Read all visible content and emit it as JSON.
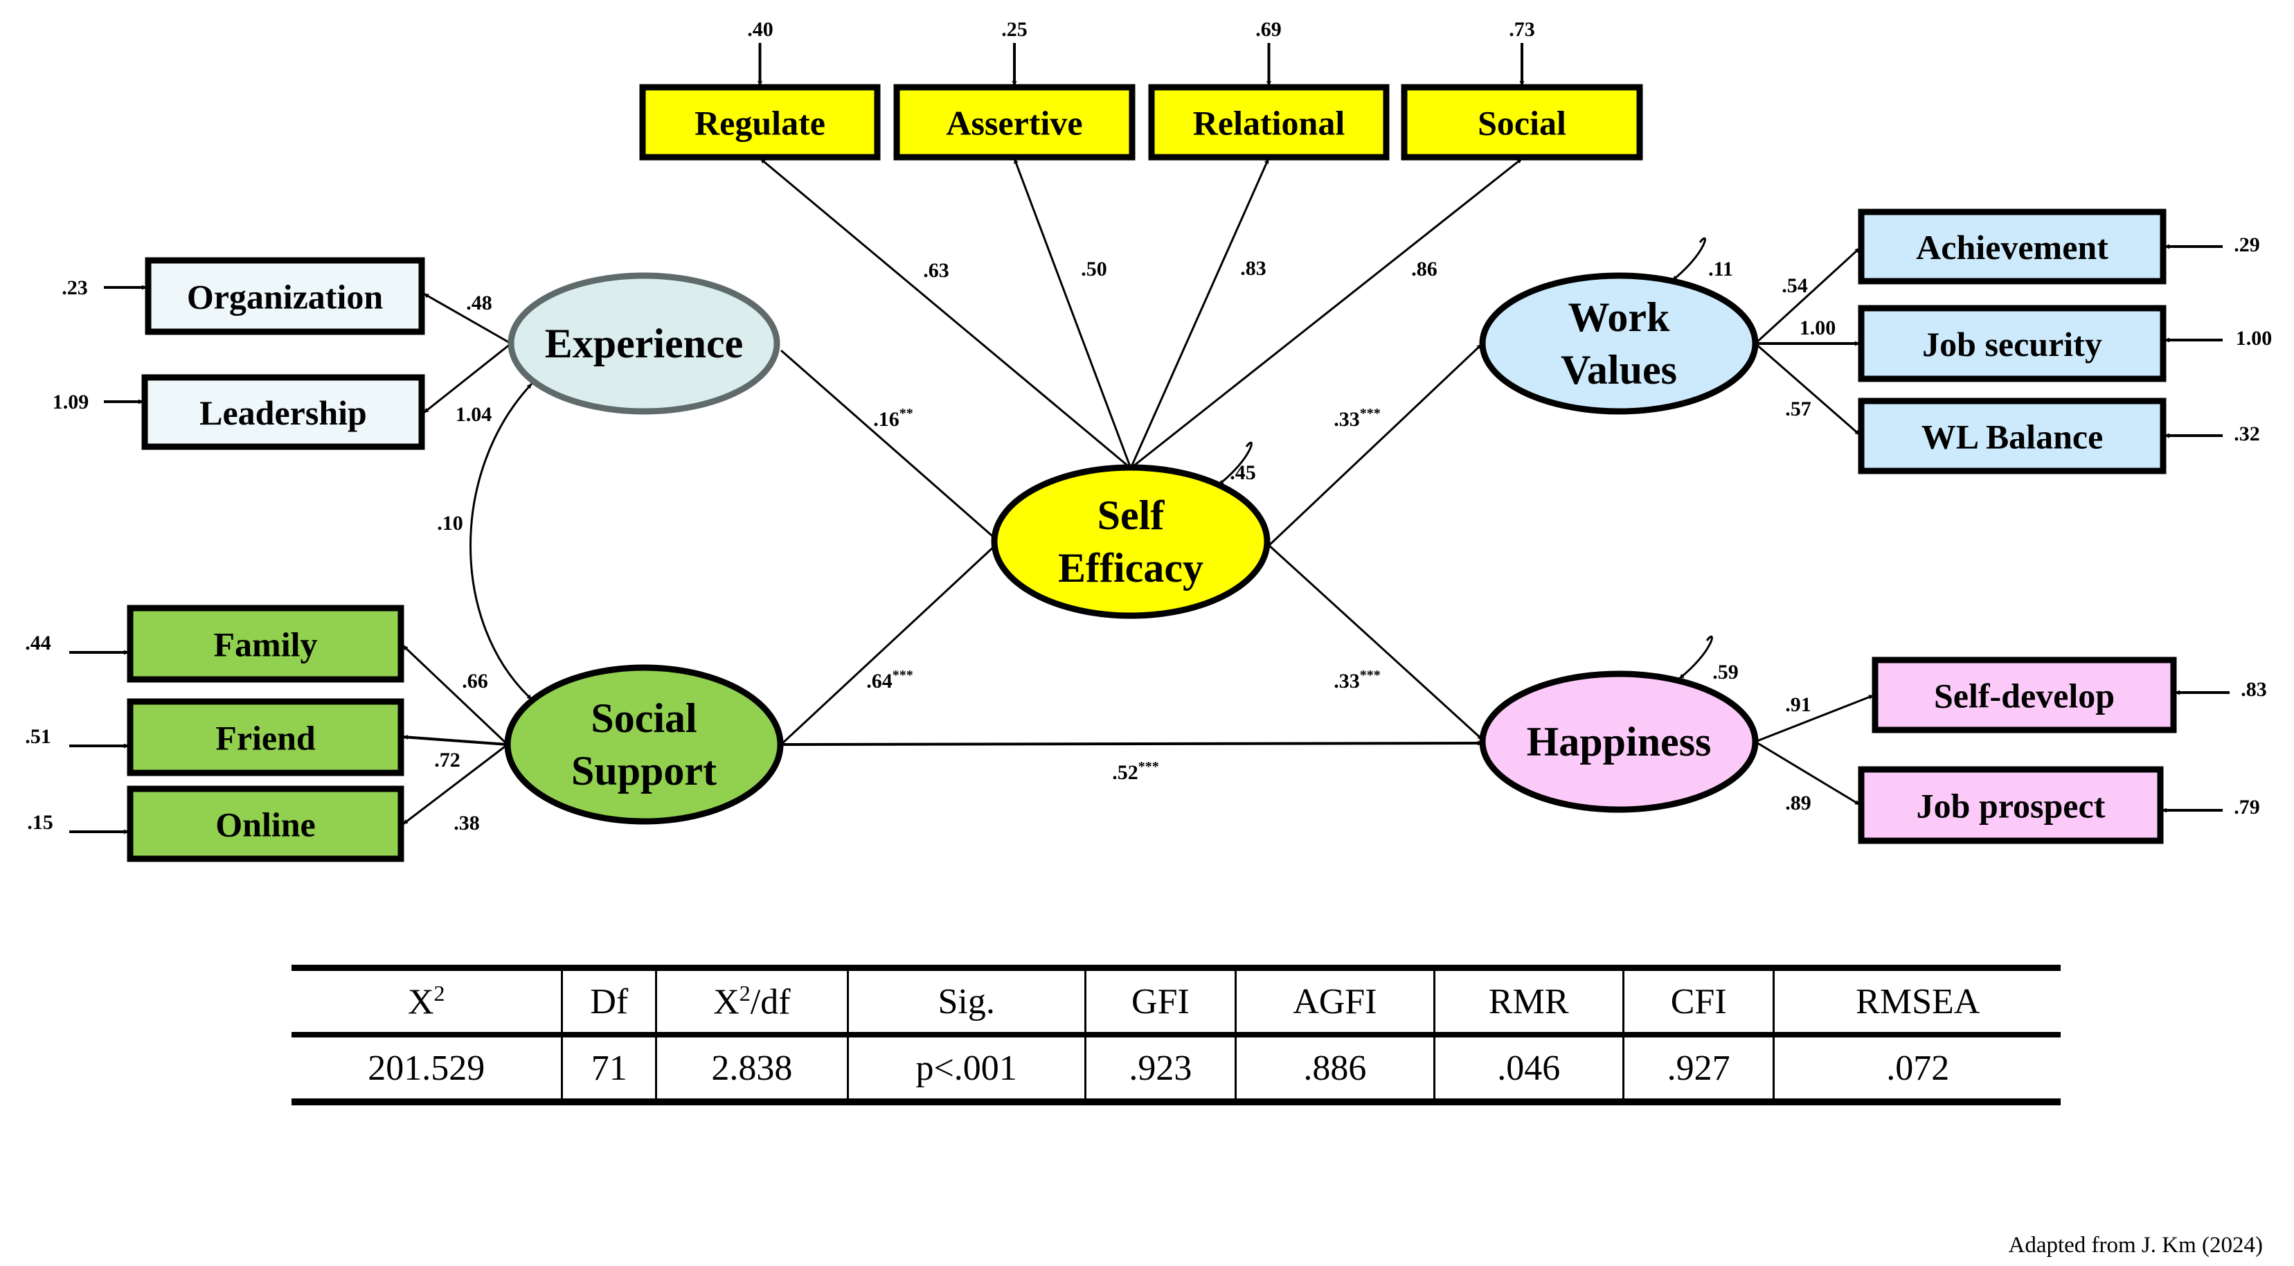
{
  "colors": {
    "self_efficacy": "#ffff00",
    "experience": "#dcedee",
    "experience_stroke": "#5f6a6a",
    "experience_indicators": "#eef7f9",
    "social_support": "#92d050",
    "work_values": "#cdeafc",
    "happiness": "#fccaf9"
  },
  "latents": {
    "experience": {
      "label": [
        "Experience"
      ]
    },
    "social_support": {
      "label": [
        "Social",
        "Support"
      ]
    },
    "self_efficacy": {
      "label": [
        "Self",
        "Efficacy"
      ],
      "residual": ".45"
    },
    "work_values": {
      "label": [
        "Work",
        "Values"
      ],
      "residual": ".11"
    },
    "happiness": {
      "label": [
        "Happiness"
      ],
      "residual": ".59"
    }
  },
  "indicators": {
    "regulate": {
      "label": "Regulate",
      "error": ".40",
      "loading": ".63"
    },
    "assertive": {
      "label": "Assertive",
      "error": ".25",
      "loading": ".50"
    },
    "relational": {
      "label": "Relational",
      "error": ".69",
      "loading": ".83"
    },
    "social": {
      "label": "Social",
      "error": ".73",
      "loading": ".86"
    },
    "organization": {
      "label": "Organization",
      "error": ".23",
      "loading": ".48"
    },
    "leadership": {
      "label": "Leadership",
      "error": "1.09",
      "loading": "1.04"
    },
    "family": {
      "label": "Family",
      "error": ".44",
      "loading": ".66"
    },
    "friend": {
      "label": "Friend",
      "error": ".51",
      "loading": ".72"
    },
    "online": {
      "label": "Online",
      "error": ".15",
      "loading": ".38"
    },
    "achievement": {
      "label": "Achievement",
      "error": ".29",
      "loading": ".54"
    },
    "job_security": {
      "label": "Job security",
      "error": "1.00",
      "loading": "1.00"
    },
    "wl_balance": {
      "label": "WL Balance",
      "error": ".32",
      "loading": ".57"
    },
    "self_develop": {
      "label": "Self-develop",
      "error": ".83",
      "loading": ".91"
    },
    "job_prospect": {
      "label": "Job prospect",
      "error": ".79",
      "loading": ".89"
    }
  },
  "paths": {
    "experience_to_self_efficacy": {
      "value": ".16",
      "sig": "**"
    },
    "social_support_to_self_efficacy": {
      "value": ".64",
      "sig": "***"
    },
    "self_efficacy_to_work_values": {
      "value": ".33",
      "sig": "***"
    },
    "self_efficacy_to_happiness": {
      "value": ".33",
      "sig": "***"
    },
    "social_support_to_happiness": {
      "value": ".52",
      "sig": "***"
    },
    "experience_social_support_covariance": {
      "value": ".10",
      "sig": ""
    }
  },
  "fit_table": {
    "headers": [
      {
        "base": "X",
        "sup": "2",
        "tail": ""
      },
      {
        "base": "Df",
        "sup": "",
        "tail": ""
      },
      {
        "base": "X",
        "sup": "2",
        "tail": "/df"
      },
      {
        "base": "Sig.",
        "sup": "",
        "tail": ""
      },
      {
        "base": "GFI",
        "sup": "",
        "tail": ""
      },
      {
        "base": "AGFI",
        "sup": "",
        "tail": ""
      },
      {
        "base": "RMR",
        "sup": "",
        "tail": ""
      },
      {
        "base": "CFI",
        "sup": "",
        "tail": ""
      },
      {
        "base": "RMSEA",
        "sup": "",
        "tail": ""
      }
    ],
    "values": [
      "201.529",
      "71",
      "2.838",
      "p<.001",
      ".923",
      ".886",
      ".046",
      ".927",
      ".072"
    ]
  },
  "footer_note": "Adapted from J. Km (2024)"
}
